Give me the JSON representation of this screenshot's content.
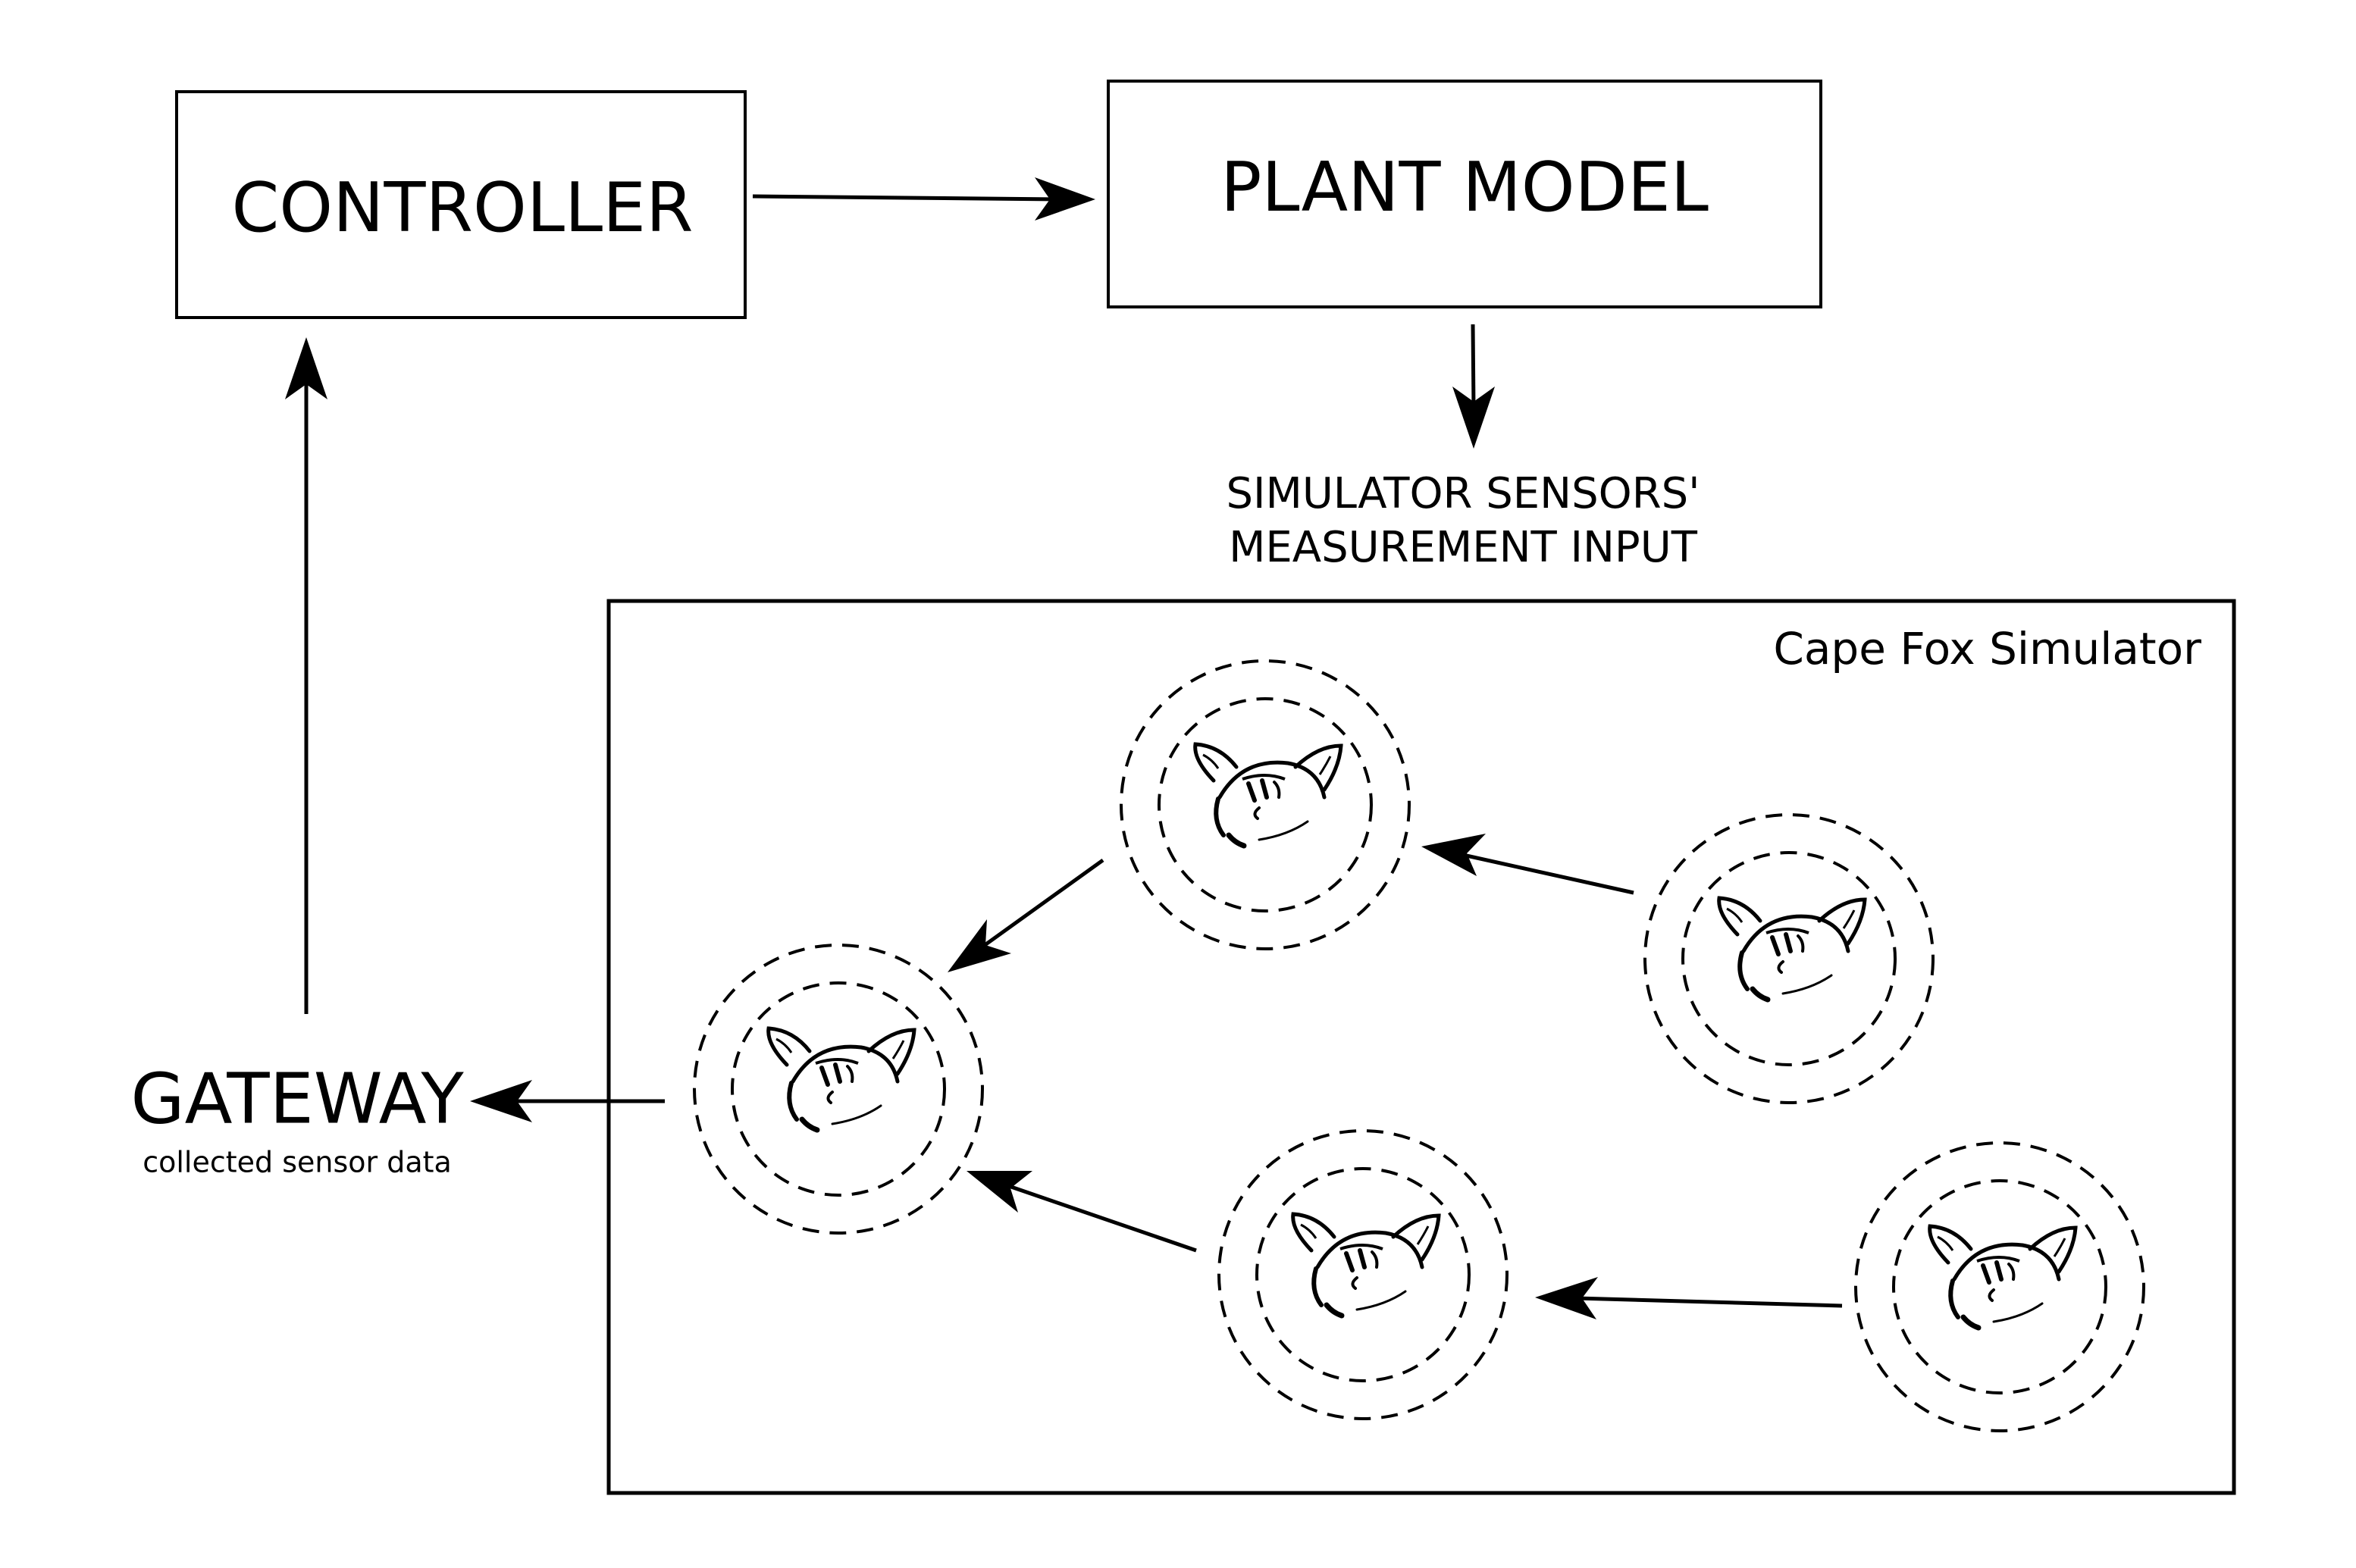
{
  "blocks": {
    "controller": "CONTROLLER",
    "plant_model": "PLANT MODEL"
  },
  "sensor_input": {
    "line1": "SIMULATOR SENSORS'",
    "line2": "MEASUREMENT INPUT"
  },
  "gateway": {
    "title": "GATEWAY",
    "subtitle": "collected sensor data"
  },
  "simulator": {
    "title": "Cape Fox Simulator",
    "node_icon": "fox-face-icon",
    "node_count": 5
  },
  "colors": {
    "stroke": "#000000",
    "background": "#ffffff"
  }
}
